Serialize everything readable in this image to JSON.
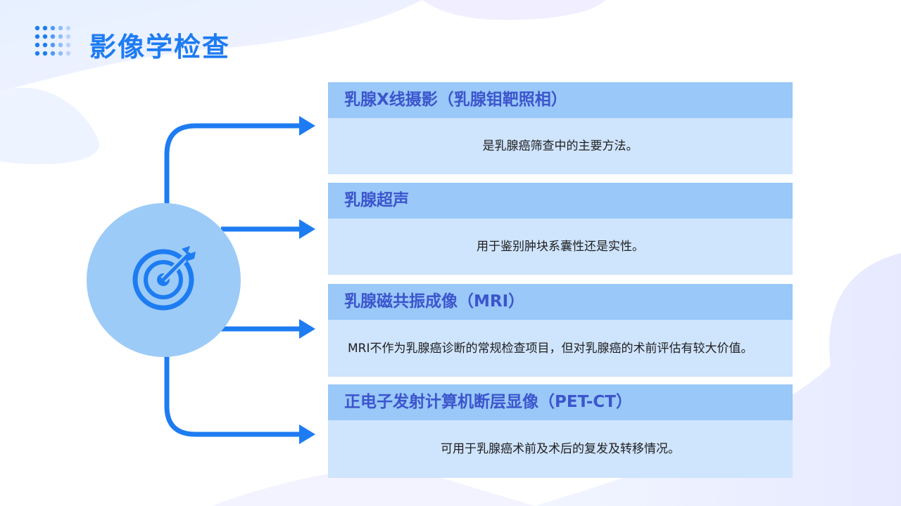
{
  "slide": {
    "title": "影像学检查"
  },
  "methods": [
    {
      "heading": "乳腺X线摄影（乳腺钼靶照相）",
      "description": "是乳腺癌筛查中的主要方法。"
    },
    {
      "heading": "乳腺超声",
      "description": "用于鉴别肿块系囊性还是实性。"
    },
    {
      "heading": "乳腺磁共振成像（MRI）",
      "description": "MRI不作为乳腺癌诊断的常规检查项目，但对乳腺癌的术前评估有较大价值。"
    },
    {
      "heading": "正电子发射计算机断层显像（PET-CT）",
      "description": "可用于乳腺癌术前及术后的复发及转移情况。"
    }
  ],
  "icons": {
    "center": "target-arrow-icon",
    "decoration": "dot-grid-icon"
  },
  "colors": {
    "accent": "#1e7cf2",
    "heading_text": "#3c55cc",
    "card_header": "#99c8f9",
    "card_body": "#cfe4fd",
    "circle": "#9ccbf8"
  }
}
